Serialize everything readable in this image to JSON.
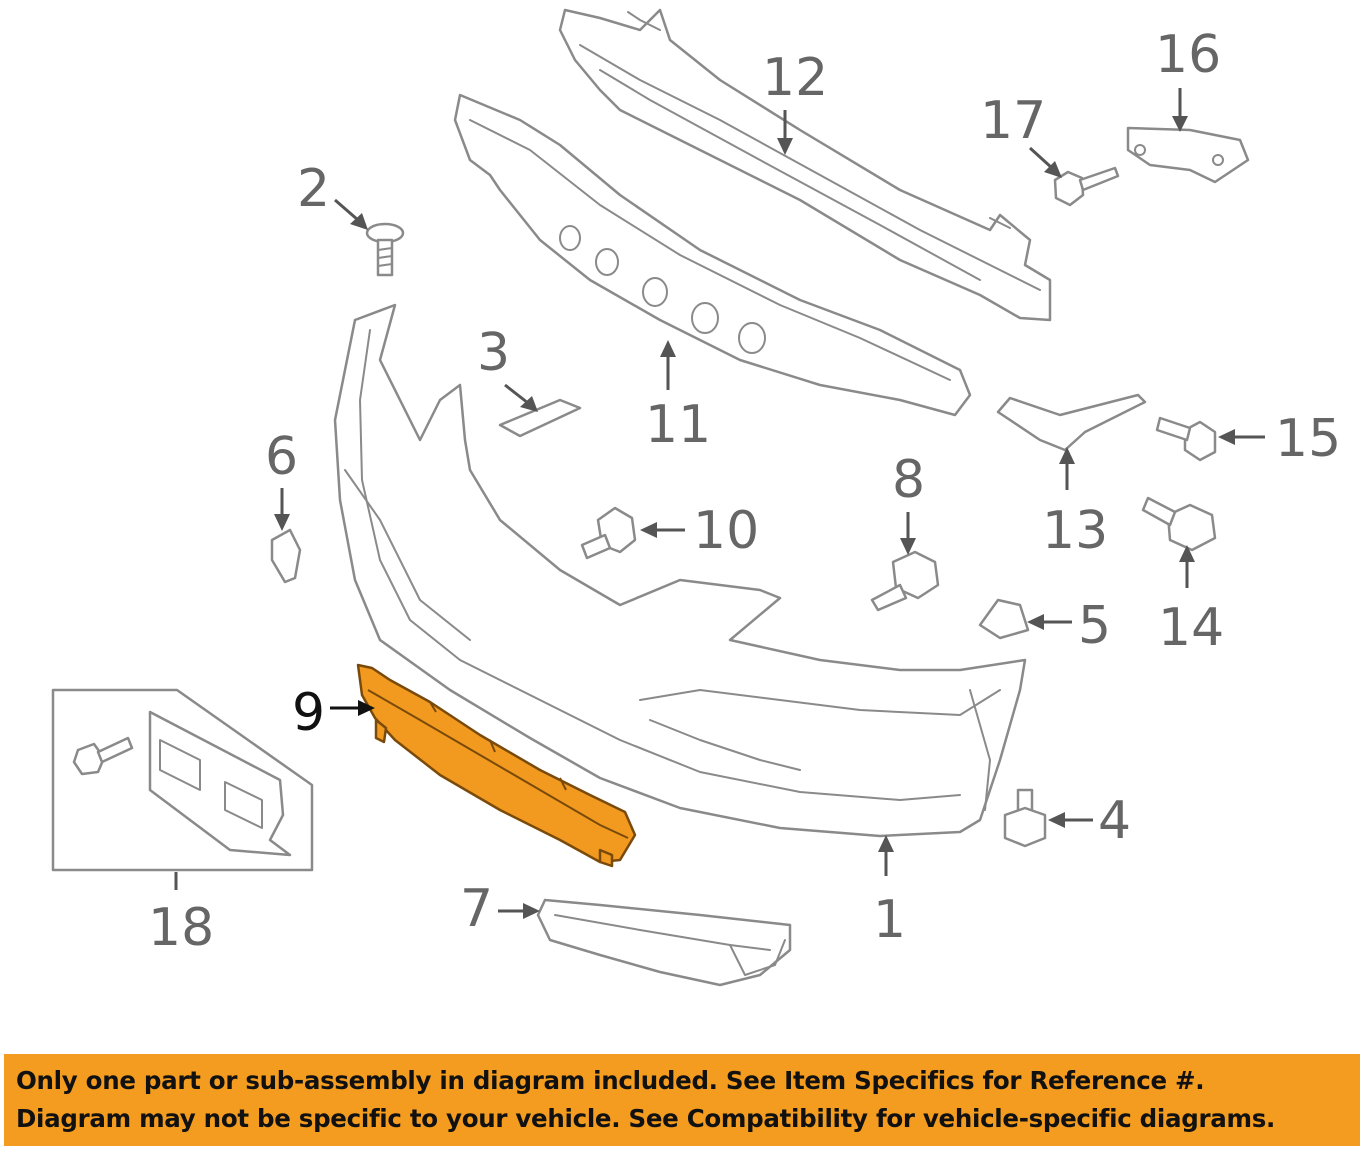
{
  "diagram": {
    "callouts": [
      {
        "id": "1",
        "label": "1"
      },
      {
        "id": "2",
        "label": "2"
      },
      {
        "id": "3",
        "label": "3"
      },
      {
        "id": "4",
        "label": "4"
      },
      {
        "id": "5",
        "label": "5"
      },
      {
        "id": "6",
        "label": "6"
      },
      {
        "id": "7",
        "label": "7"
      },
      {
        "id": "8",
        "label": "8"
      },
      {
        "id": "9",
        "label": "9"
      },
      {
        "id": "10",
        "label": "10"
      },
      {
        "id": "11",
        "label": "11"
      },
      {
        "id": "12",
        "label": "12"
      },
      {
        "id": "13",
        "label": "13"
      },
      {
        "id": "14",
        "label": "14"
      },
      {
        "id": "15",
        "label": "15"
      },
      {
        "id": "16",
        "label": "16"
      },
      {
        "id": "17",
        "label": "17"
      },
      {
        "id": "18",
        "label": "18"
      }
    ],
    "highlighted_part": "9",
    "highlight_color": "#f29a1f"
  },
  "disclaimer": {
    "line1": "Only one part or sub-assembly in diagram included. See Item Specifics for Reference #.",
    "line2": "Diagram may not be specific to your vehicle. See Compatibility for vehicle-specific diagrams.",
    "background_color": "#f39c1f"
  }
}
